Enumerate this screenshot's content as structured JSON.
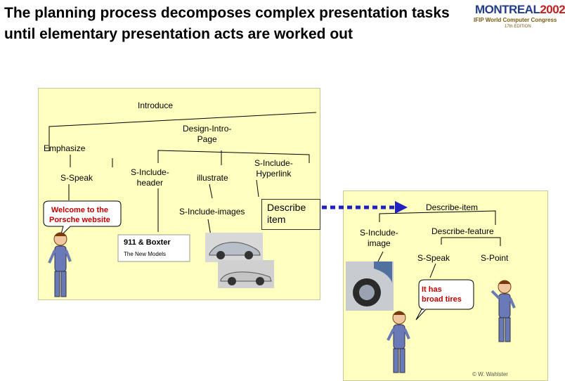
{
  "title": "The planning process decomposes complex presentation tasks until elementary presentation acts are worked out",
  "logo": {
    "line1_a": "MONTREAL",
    "line1_b": "2002",
    "line2": "IFIP World Computer Congress",
    "line3": "17th EDITION"
  },
  "left_tree": {
    "introduce": "Introduce",
    "design_intro_page": "Design-Intro-\nPage",
    "emphasize": "Emphasize",
    "s_speak": "S-Speak",
    "s_include_header": "S-Include-\nheader",
    "illustrate": "illustrate",
    "s_include_hyperlink": "S-Include-\nHyperlink",
    "s_include_images": "S-Include-images",
    "describe_item": "Describe\nitem",
    "welcome_bubble": "Welcome to the\nPorsche website",
    "header_title": "911 & Boxter",
    "header_sub": "The New Models"
  },
  "right_tree": {
    "describe_item": "Describe-item",
    "s_include_image": "S-Include-\nimage",
    "describe_feature": "Describe-feature",
    "s_speak": "S-Speak",
    "s_point": "S-Point",
    "tires_bubble": "It has\nbroad tires"
  },
  "credit": "© W. Wahlster",
  "colors": {
    "panel": "#ffffc0",
    "arrow": "#2020c0",
    "bubble_text": "#c00000"
  }
}
